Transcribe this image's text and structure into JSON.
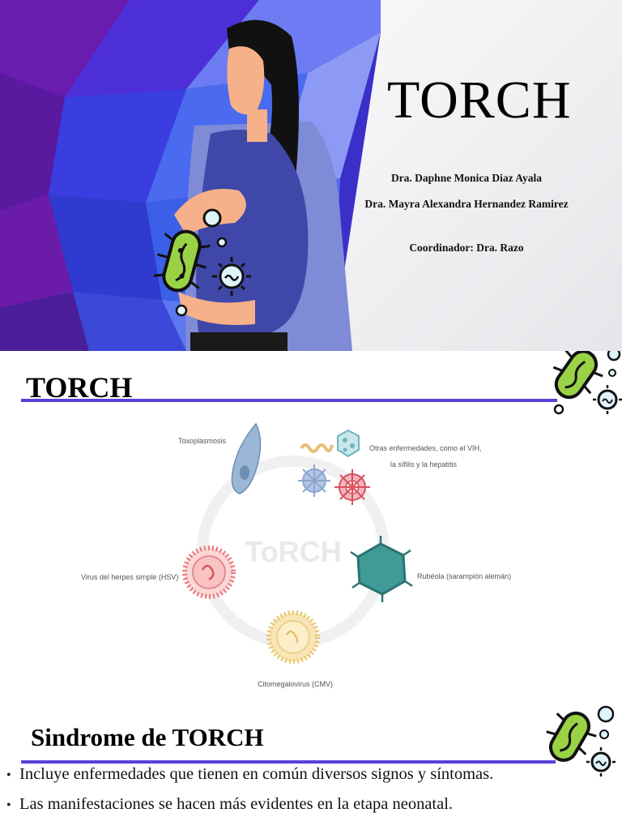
{
  "slide1": {
    "title": "TORCH",
    "authors": [
      "Dra. Daphne Monica Diaz Ayala",
      "Dra. Mayra Alexandra Hernandez Ramirez",
      "Coordinador: Dra. Razo"
    ]
  },
  "slide2": {
    "title": "TORCH",
    "diagram": {
      "center_label": "ToRCH",
      "labels": {
        "toxo": "Toxoplasmosis",
        "otras_line1": "Otras enfermedades, como el VIH,",
        "otras_line2": "la sífilis y la hepatitis",
        "rubeola": "Rubéola (sarampión alemán)",
        "cmv": "Citomegalovirus (CMV)",
        "hsv": "Virus del herpes simple (HSV)"
      }
    }
  },
  "slide3": {
    "title": "Sindrome de TORCH",
    "bullets": [
      "Incluye enfermedades que tienen en común diversos signos y síntomas.",
      "Las manifestaciones se hacen más evidentes en la etapa neonatal."
    ]
  },
  "colors": {
    "accent": "#5b3fd8",
    "bacteria_green": "#9ad246",
    "virus_blue": "#dff4fb",
    "sweater": "#3f47a8",
    "cardigan": "#7f8bd6",
    "skin": "#f6b08a"
  }
}
